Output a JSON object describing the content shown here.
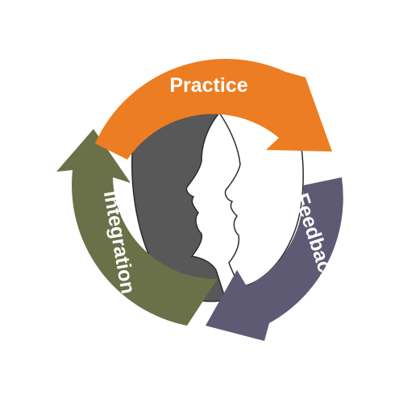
{
  "cycle": {
    "steps": [
      {
        "label": "Practice",
        "color": "#ED7D22"
      },
      {
        "label": "Feedback",
        "color": "#5E5A74"
      },
      {
        "label": "Integration",
        "color": "#6A7048"
      }
    ]
  },
  "faces": {
    "left_fill": "#585858",
    "right_fill": "#ffffff",
    "outline": "#2b2b2b"
  }
}
